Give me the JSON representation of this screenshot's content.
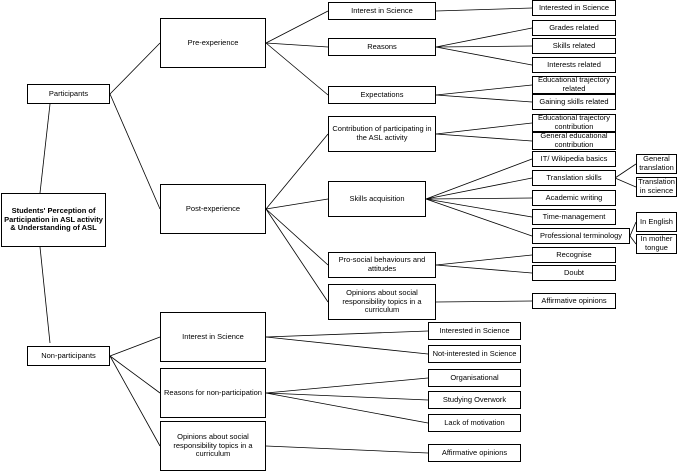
{
  "nodes": {
    "root": "Students' Perception of Participation in ASL activity & Understanding of ASL",
    "participants": "Participants",
    "non_participants": "Non-participants",
    "pre_experience": "Pre-experience",
    "post_experience": "Post-experience",
    "pre_interest": "Interest in Science",
    "pre_interest_leaf": "Interested in Science",
    "reasons": "Reasons",
    "grades_related": "Grades related",
    "skills_related": "Skills related",
    "interests_related": "Interests related",
    "expectations": "Expectations",
    "edu_trajectory_related": "Educational trajectory related",
    "gaining_skills_related": "Gaining skills related",
    "contribution": "Contribution of participating in the ASL activity",
    "edu_trajectory_contribution": "Educational trajectory contribution",
    "general_edu_contribution": "General educational contribution",
    "skills_acquisition": "Skills  acquisition",
    "it_wikipedia": "IT/ Wikipedia basics",
    "translation_skills": "Translation skills",
    "general_translation": "General translation",
    "translation_in_science": "Translation in science",
    "academic_writing": "Academic writing",
    "time_management": "Time-management",
    "professional_terminology": "Professional terminology",
    "in_english": "In English",
    "in_mother_tongue": "In mother tongue",
    "prosocial": "Pro-social behaviours and attitudes",
    "recognise": "Recognise",
    "doubt": "Doubt",
    "opinions_p": "Opinions about social responsibility topics in a curriculum",
    "affirmative_p": "Affirmative opinions",
    "np_interest": "Interest in Science",
    "np_interested": "Interested in Science",
    "np_not_interested": "Not-interested in Science",
    "np_reasons": "Reasons for non-participation",
    "organisational": "Organisational",
    "studying_overwork": "Studying Overwork",
    "lack_of_motivation": "Lack of motivation",
    "opinions_np": "Opinions about social responsibility topics in a curriculum",
    "affirmative_np": "Affirmative opinions"
  }
}
